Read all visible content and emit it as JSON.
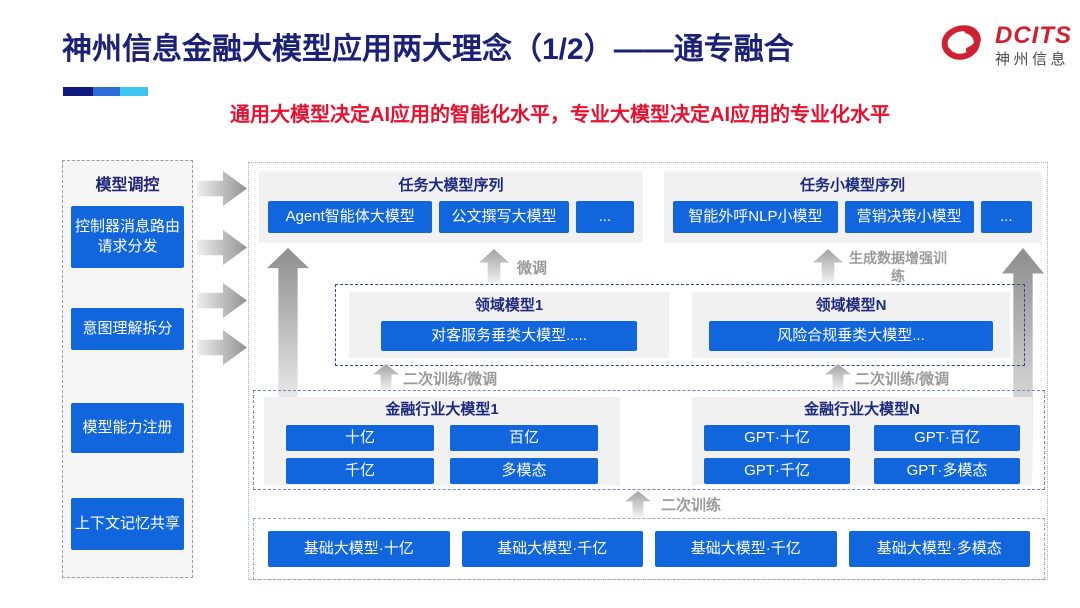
{
  "header": {
    "title": "神州信息金融大模型应用两大理念（1/2）——通专融合",
    "subtitle": "通用大模型决定AI应用的智能化水平，专业大模型决定AI应用的专业化水平",
    "logo": {
      "brand": "DCITS",
      "brand_cn": "神州信息"
    }
  },
  "sidebar": {
    "title": "模型调控",
    "items": [
      "控制器消息路由请求分发",
      "意图理解拆分",
      "模型能力注册",
      "上下文记忆共享"
    ]
  },
  "diagram": {
    "task_large": {
      "title": "任务大模型序列",
      "models": [
        "Agent智能体大模型",
        "公文撰写大模型",
        "..."
      ]
    },
    "task_small": {
      "title": "任务小模型序列",
      "models": [
        "智能外呼NLP小模型",
        "营销决策小模型",
        "..."
      ]
    },
    "labels": {
      "finetune": "微调",
      "augment": "生成数据增强训练",
      "retrain_finetune": "二次训练/微调",
      "retrain": "二次训练"
    },
    "domain": {
      "d1": {
        "title": "领域模型1",
        "model": "对客服务垂类大模型....."
      },
      "dn": {
        "title": "领域模型N",
        "model": "风险合规垂类大模型..."
      }
    },
    "industry": {
      "i1": {
        "title": "金融行业大模型1",
        "models": [
          "十亿",
          "百亿",
          "千亿",
          "多模态"
        ]
      },
      "in": {
        "title": "金融行业大模型N",
        "models": [
          "GPT·十亿",
          "GPT·百亿",
          "GPT·千亿",
          "GPT·多模态"
        ]
      }
    },
    "foundation": {
      "models": [
        "基础大模型·十亿",
        "基础大模型·千亿",
        "基础大模型·千亿",
        "基础大模型·多模态"
      ]
    }
  },
  "colors": {
    "accent_blue": "#1166de",
    "navy_text": "#1e2479",
    "subtitle_red": "#e8102e",
    "logo_red": "#cf2231",
    "panel_gray": "#f1f1f2"
  }
}
